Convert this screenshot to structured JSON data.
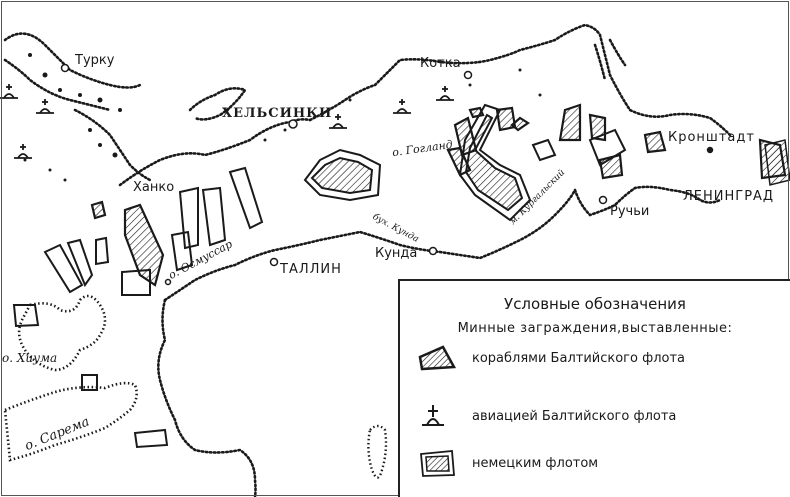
{
  "map": {
    "subject": "Mine barriers in the Gulf of Finland",
    "colors": {
      "ink": "#1a1a1a",
      "paper": "#ffffff",
      "frame": "#555555"
    },
    "labels": {
      "turku": "Турку",
      "helsinki": "ХЕЛЬСИНКИ",
      "kotka": "Котка",
      "hanko": "Ханко",
      "gogland": "о. Гогланд",
      "kronshtadt": "Кронштадт",
      "leningrad": "ЛЕНИНГРАД",
      "ruchyi": "Ручьи",
      "kurgalsky": "м. Кургальский",
      "kunda_bay": "бух. Кунда",
      "kunda": "Кунда",
      "tallin": "ТАЛЛИН",
      "osmussar": "о. Осмуссар",
      "hiuma": "о. Хиума",
      "sarema": "о. Сарема"
    }
  },
  "legend": {
    "title": "Условные обозначения",
    "subtitle": "Минные заграждения,выставленные:",
    "items": [
      {
        "symbol": "hatched-polygon",
        "label": "кораблями Балтийского флота"
      },
      {
        "symbol": "aircraft-mine",
        "label": "авиацией Балтийского флота"
      },
      {
        "symbol": "double-outline-hatched",
        "label": "немецким флотом"
      }
    ]
  }
}
